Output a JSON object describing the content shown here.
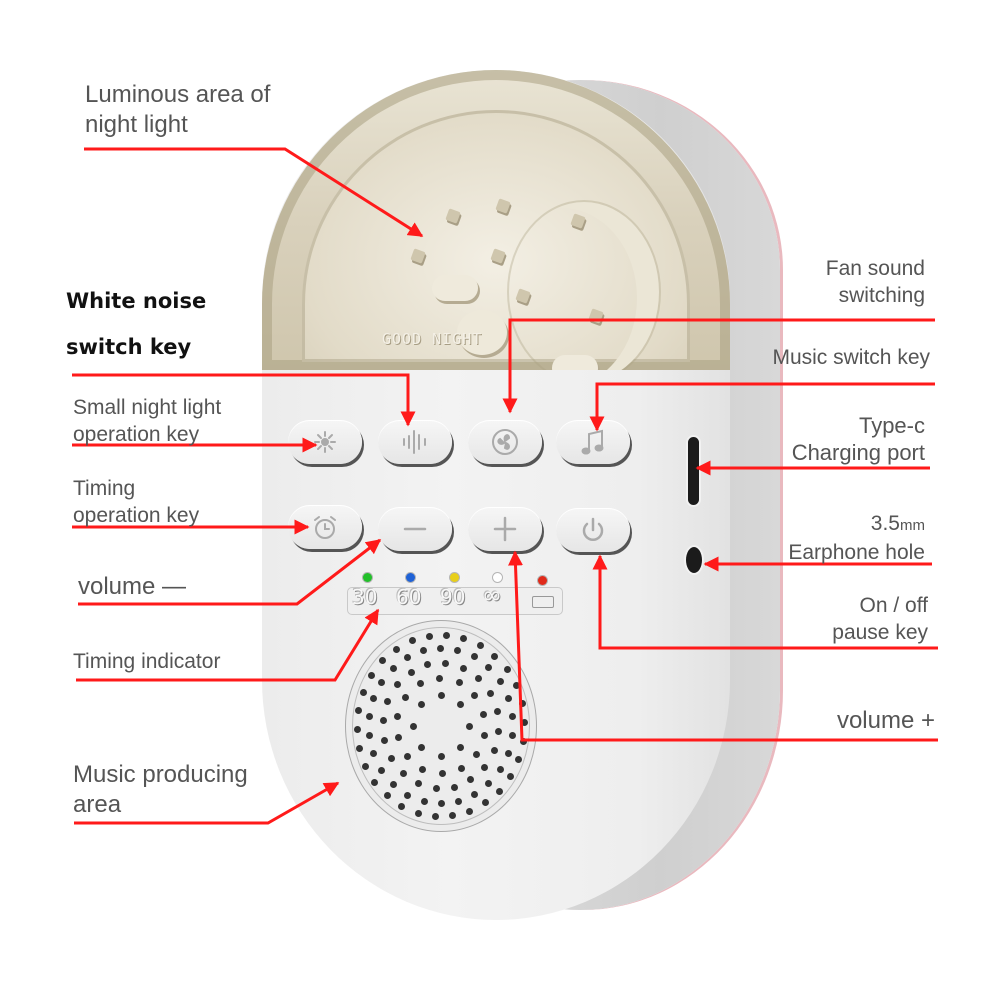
{
  "device": {
    "dome_text": "GOOD NIGHT",
    "timer_labels": [
      "30",
      "60",
      "90",
      "∞"
    ],
    "led_colors": [
      "#22c02a",
      "#1f62d6",
      "#e8cf1a",
      "#ffffff",
      "#e02a1a"
    ],
    "buttons": [
      {
        "name": "night-light-button",
        "icon": "sun-icon"
      },
      {
        "name": "white-noise-button",
        "icon": "sound-wave-icon"
      },
      {
        "name": "fan-sound-button",
        "icon": "fan-icon"
      },
      {
        "name": "music-button",
        "icon": "music-note-icon"
      },
      {
        "name": "timer-button",
        "icon": "alarm-clock-icon"
      },
      {
        "name": "volume-down-button",
        "icon": "minus-icon"
      },
      {
        "name": "volume-up-button",
        "icon": "plus-icon"
      },
      {
        "name": "power-button",
        "icon": "power-icon"
      }
    ]
  },
  "callouts": {
    "luminous_area": {
      "line1": "Luminous area of",
      "line2": "night light"
    },
    "white_noise": {
      "line1": "White noise",
      "line2": "switch key"
    },
    "small_night_light": {
      "line1": "Small night light",
      "line2": "operation key"
    },
    "timing_key": {
      "line1": "Timing",
      "line2": "operation key"
    },
    "volume_down": {
      "text": "volume —"
    },
    "timing_indicator": {
      "text": "Timing indicator"
    },
    "music_producing": {
      "line1": "Music producing",
      "line2": "area"
    },
    "fan_sound": {
      "line1": "Fan sound",
      "line2": "switching"
    },
    "music_switch": {
      "text": "Music switch key"
    },
    "type_c": {
      "line1": "Type-c",
      "line2": "Charging port"
    },
    "earphone": {
      "line1_main": "3.5",
      "line1_unit": "mm",
      "line2": "Earphone hole"
    },
    "power": {
      "line1": "On / off",
      "line2": "pause key"
    },
    "volume_up": {
      "text": "volume +"
    }
  },
  "colors": {
    "leader": "#ff1a1a",
    "label": "#555555",
    "bold_label": "#111111"
  }
}
